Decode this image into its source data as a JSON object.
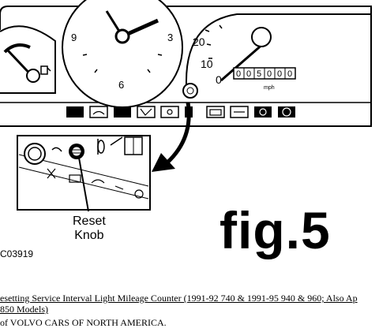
{
  "diagram": {
    "clock": {
      "numerals": [
        "9",
        "3",
        "6"
      ]
    },
    "speedometer": {
      "scale": [
        "20",
        "10",
        "0"
      ],
      "odometer": [
        "0",
        "0",
        "5",
        "0",
        "0",
        "0"
      ],
      "unit": "mph"
    },
    "callout": {
      "label_line1": "Reset",
      "label_line2": "Knob"
    },
    "figure_code": "C03919",
    "figure_label": "fig.5"
  },
  "caption": {
    "line1": "esetting Service Interval Light Mileage Counter (1991-92 740 & 1991-95 940 & 960; Also Ap",
    "line2": "850 Models)",
    "credit": "of VOLVO CARS OF NORTH AMERICA."
  }
}
